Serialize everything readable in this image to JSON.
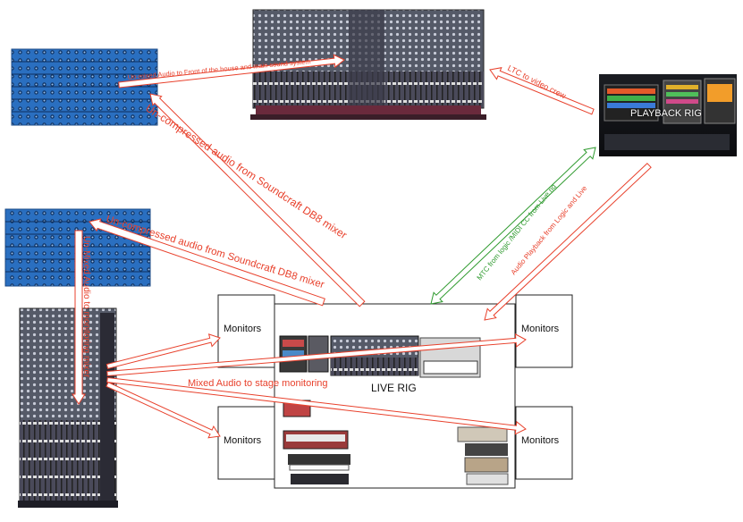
{
  "nodes": {
    "live_rig": "LIVE RIG",
    "playback_rig": "PLAYBACK RIG",
    "monitors_top_left": "Monitors",
    "monitors_bottom_left": "Monitors",
    "monitors_top_right": "Monitors",
    "monitors_bottom_right": "Monitors"
  },
  "edges": {
    "foh": "Un-mixed Audio to Front of the house and main sound system",
    "ltc": "LTC to video crew",
    "uncompressed_top": "Un-compressed audio from Soundcraft DB8 mixer",
    "uncompressed_mid": "Un-compressed audio from Soundcraft DB8 mixer",
    "unmixed_monitoring": "Un-Mixed Audio to monitoring mixer",
    "mtc": "MTC from logic /MIDI CC from Live rig",
    "audio_playback": "Audio Playback from Logic and Live",
    "mixed_stage": "Mixed Audio to stage monitoring"
  },
  "colors": {
    "audio_arrow": "#e8412c",
    "midi_arrow": "#2e9a2e",
    "rack_blue": "#2a6fc0",
    "console_dark": "#3a3a48"
  }
}
